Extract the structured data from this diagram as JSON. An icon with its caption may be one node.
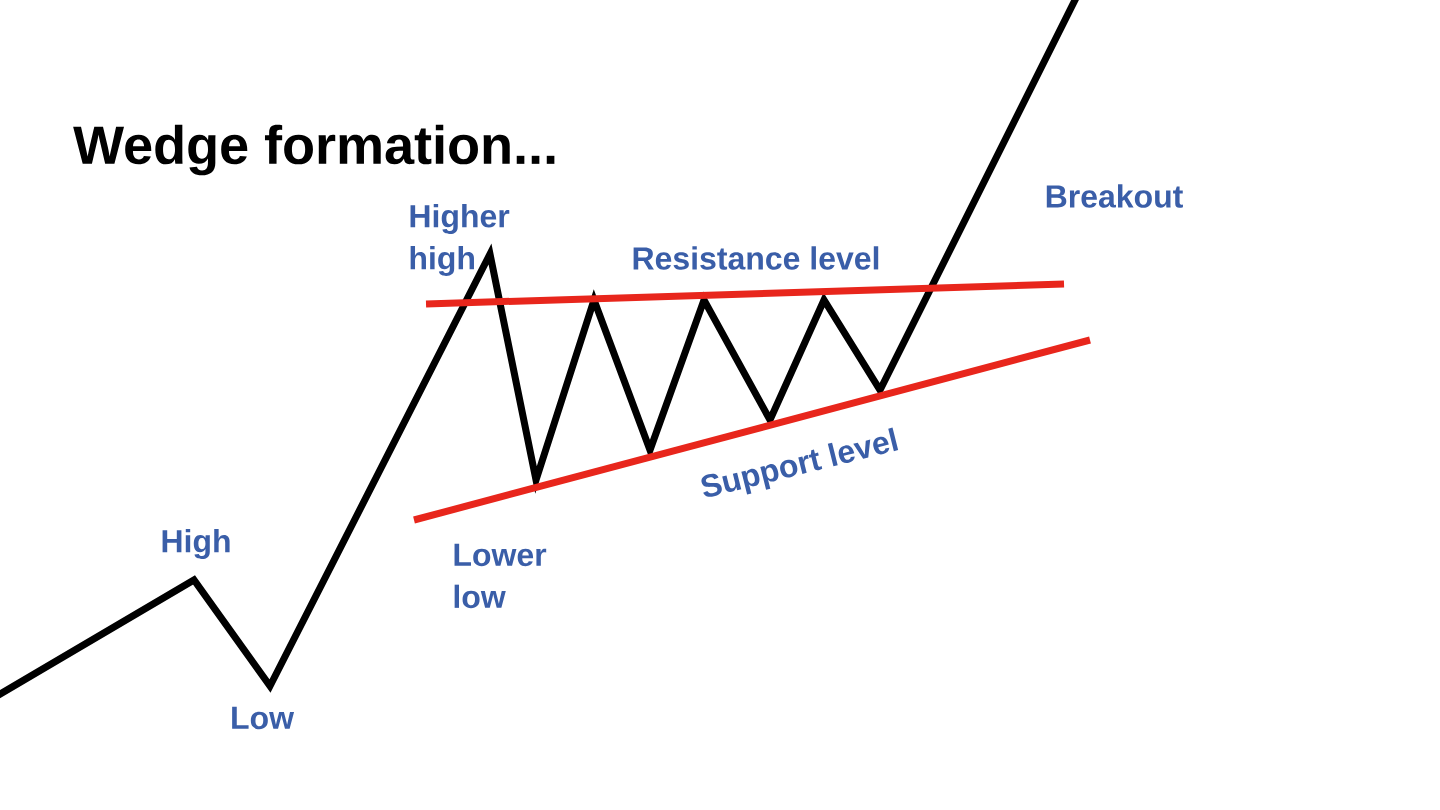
{
  "diagram": {
    "title": "Wedge formation...",
    "labels": [
      "Higher high",
      "Resistance level",
      "Breakout",
      "Support level",
      "Lower low",
      "High",
      "Low"
    ]
  }
}
